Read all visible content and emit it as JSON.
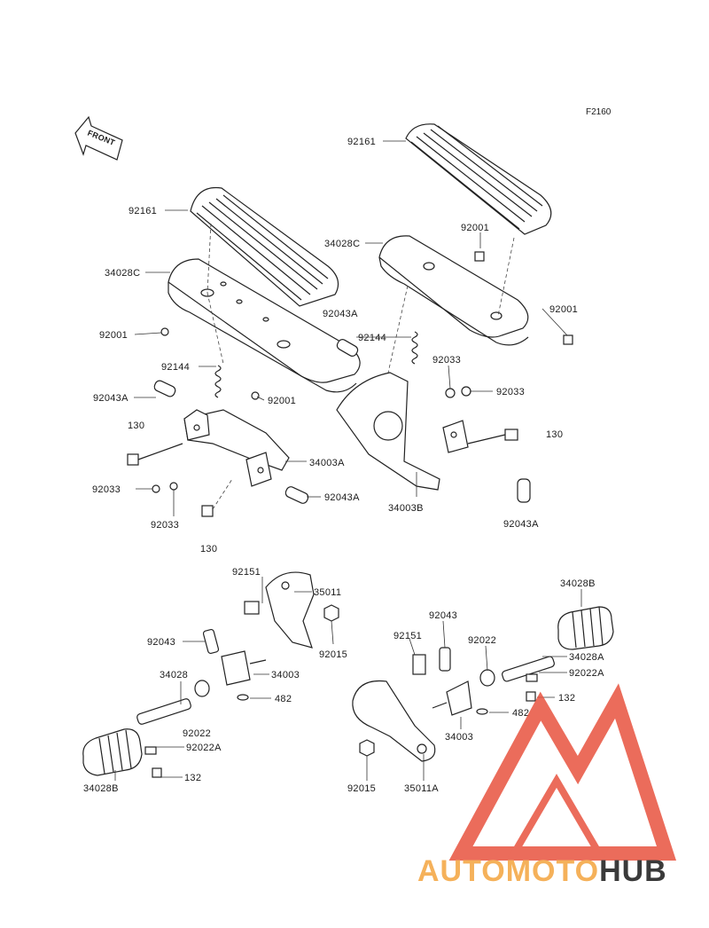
{
  "figure_code": "F2160",
  "front_arrow": {
    "label": "FRONT"
  },
  "labels": {
    "l1": "92161",
    "l2": "92161",
    "l3": "34028C",
    "l4": "34028C",
    "l5": "92001",
    "l6": "92001",
    "l7": "92001",
    "l8": "92001",
    "l9": "92043A",
    "l10": "92144",
    "l11": "92144",
    "l12": "92043A",
    "l13": "92033",
    "l14": "92033",
    "l15": "130",
    "l16": "130",
    "l17": "34003A",
    "l18": "92033",
    "l19": "92043A",
    "l20": "92033",
    "l21": "34003B",
    "l22": "92043A",
    "l23": "130",
    "l24": "92151",
    "l25": "35011",
    "l26": "92015",
    "l27": "92043",
    "l28": "34003",
    "l29": "34028",
    "l30": "482",
    "l31": "92022",
    "l32": "92022A",
    "l33": "132",
    "l34": "34028B",
    "l35": "34028B",
    "l36": "92043",
    "l37": "92151",
    "l38": "92022",
    "l39": "34028A",
    "l40": "92022A",
    "l41": "132",
    "l42": "482",
    "l43": "34003",
    "l44": "92015",
    "l45": "35011A"
  },
  "watermark": {
    "text_part1": "AUTOMOTO",
    "text_part2": "HUB",
    "color_part1": "#f5b15a",
    "color_part2": "#3a3a3a",
    "logo_color": "#e8533f"
  }
}
